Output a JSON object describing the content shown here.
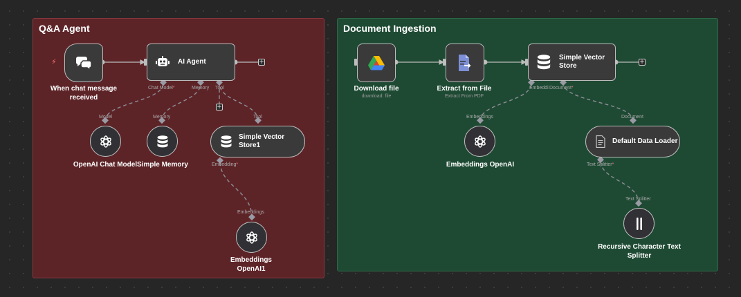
{
  "colors": {
    "canvas": "#262626",
    "qa_sticky": "#5d2428",
    "doc_sticky": "#1e4a33",
    "node_bg": "#3a3a3a",
    "node_border": "#bdbdbd",
    "required_marker": "#e5787a",
    "trigger_bolt": "#ff6e6e"
  },
  "sticky_qa": {
    "title": "Q&A Agent"
  },
  "sticky_doc": {
    "title": "Document Ingestion"
  },
  "qa": {
    "chat_trigger": {
      "label": "When chat message received",
      "icon": "chat-bubbles-icon",
      "trigger_icon": "lightning-bolt-icon"
    },
    "ai_agent": {
      "title": "AI Agent",
      "icon": "robot-icon",
      "ports": {
        "chat_model": "Chat Model",
        "memory": "Memory",
        "tool": "Tool",
        "required_marker": "*"
      }
    },
    "chat_model": {
      "label": "OpenAI Chat Model",
      "port": "Model",
      "icon": "openai-icon"
    },
    "memory": {
      "label": "Simple Memory",
      "port": "Memory",
      "icon": "database-icon"
    },
    "vector_store": {
      "title": "Simple Vector Store1",
      "port": "Tool",
      "embedding_port": "Embedding",
      "required_marker": "*",
      "icon": "database-icon"
    },
    "embeddings": {
      "label": "Embeddings OpenAI1",
      "port": "Embeddings",
      "icon": "openai-icon"
    }
  },
  "doc": {
    "download": {
      "label": "Download file",
      "sub": "download: file",
      "icon": "google-drive-icon"
    },
    "extract": {
      "label": "Extract from File",
      "sub": "Extract From PDF",
      "icon": "file-extract-icon"
    },
    "vector_store": {
      "title": "Simple Vector Store",
      "port_embedding": "Embeddi",
      "port_document": "Document",
      "required_marker": "*",
      "icon": "database-icon"
    },
    "embeddings": {
      "label": "Embeddings OpenAI",
      "port": "Embeddings",
      "icon": "openai-icon"
    },
    "loader": {
      "title": "Default Data Loader",
      "port": "Document",
      "splitter_port": "Text Splitter",
      "required_marker": "*",
      "icon": "document-icon"
    },
    "splitter": {
      "label": "Recursive Character Text Splitter",
      "port": "Text Splitter",
      "icon": "split-columns-icon"
    }
  },
  "add_button_symbol": "+"
}
